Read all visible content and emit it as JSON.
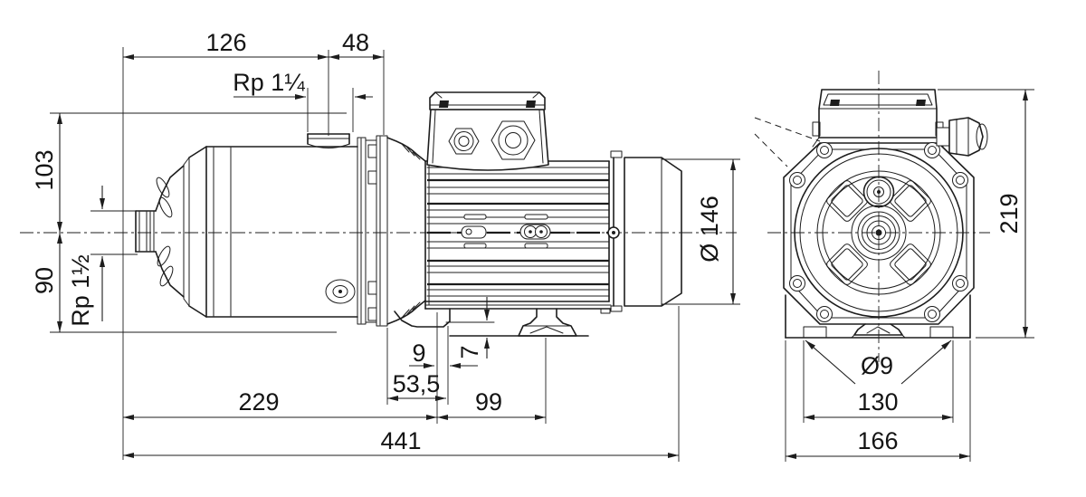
{
  "side_view": {
    "dims": {
      "discharge_offset": "126",
      "discharge_to_flange": "48",
      "discharge_port_thread": "Rp 1¼",
      "height_above_axis": "103",
      "height_below_axis": "90",
      "suction_port_thread": "Rp 1½",
      "motor_diameter": "Ø 146",
      "foot_slot": "9",
      "foot_clearance": "7",
      "flange_to_foot": "53,5",
      "pump_length": "229",
      "foot_to_motor_foot": "99",
      "total_length": "441"
    }
  },
  "front_view": {
    "dims": {
      "total_height": "219",
      "foot_hole_diameter": "Ø9",
      "foot_hole_spacing": "130",
      "base_width": "166"
    }
  },
  "colors": {
    "line": "#1d1d1d",
    "background": "#ffffff"
  }
}
